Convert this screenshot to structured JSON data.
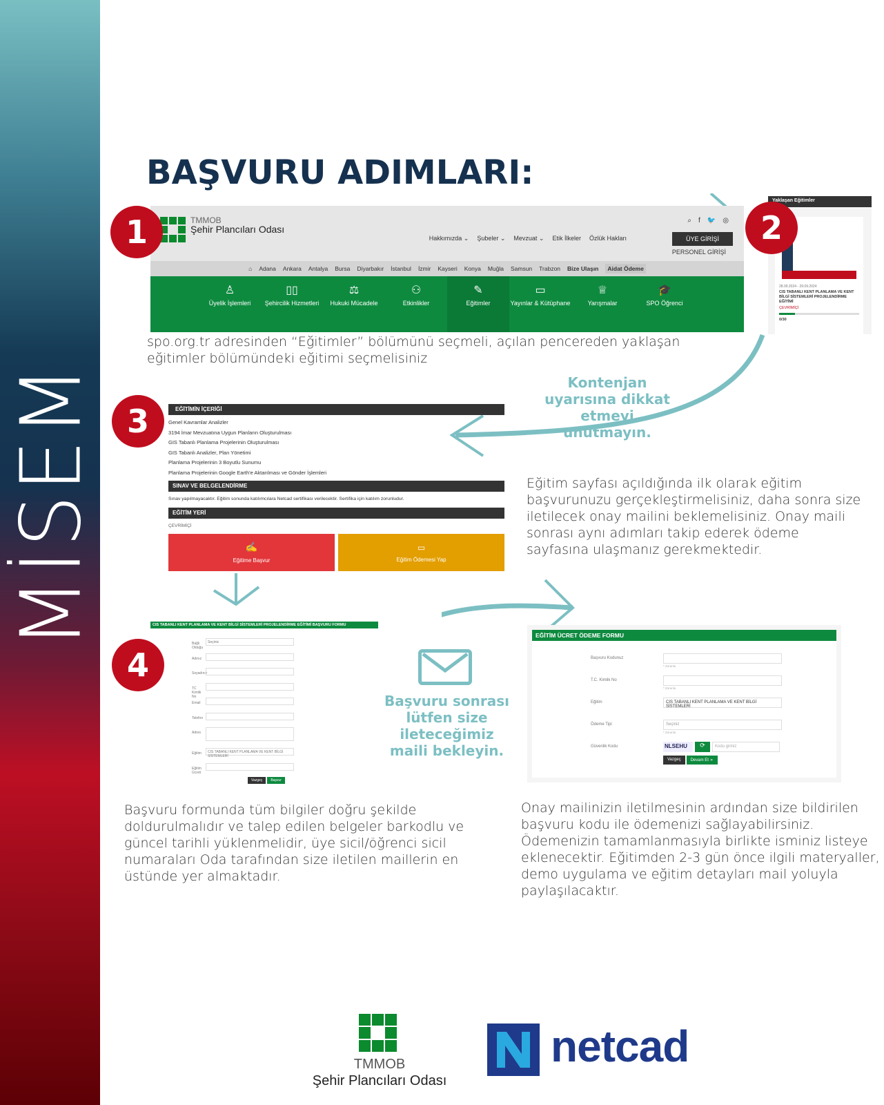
{
  "sidebar": {
    "brand": "MİSEM"
  },
  "title": "BAŞVURU ADIMLARI:",
  "steps": [
    {
      "number": "1",
      "description": "spo.org.tr adresinden “Eğitimler” bölümünü seçmeli, açılan pencereden yaklaşan eğitimler bölümündeki eğitimi seçmelisiniz"
    },
    {
      "number": "2"
    },
    {
      "number": "3",
      "description": "Eğitim sayfası açıldığında ilk olarak eğitim başvurunuzu gerçekleştirmelisiniz, daha sonra size iletilecek onay mailini beklemelisiniz. Onay maili sonrası aynı adımları takip ederek ödeme sayfasına ulaşmanız gerekmektedir."
    },
    {
      "number": "4",
      "description": "Başvuru formunda tüm bilgiler doğru şekilde doldurulmalıdır ve talep edilen belgeler barkodlu ve güncel tarihli yüklenmelidir, üye sicil/öğrenci sicil numaraları Oda tarafından size iletilen maillerin en üstünde yer almaktadır."
    }
  ],
  "payment_description": "Onay mailinizin iletilmesinin ardından size bildirilen başvuru kodu ile ödemenizi sağlayabilirsiniz. Ödemenizin tamamlanmasıyla birlikte isminiz listeye eklenecektir. Eğitimden 2-3 gün önce ilgili materyaller, demo uygulama ve eğitim detayları mail yoluyla paylaşılacaktır.",
  "notes": {
    "quota": "Kontenjan uyarısına dikkat etmeyi unutmayın.",
    "mail": "Başvuru sonrası lütfen size ileteceğimiz maili bekleyin."
  },
  "site": {
    "org_top": "TMMOB",
    "org_name": "Şehir Plancıları Odası",
    "top_nav": [
      "Hakkımızda ⌄",
      "Şubeler ⌄",
      "Mevzuat ⌄",
      "Etik İlkeler",
      "Özlük Hakları"
    ],
    "member_login": "ÜYE GİRİŞİ",
    "staff_login": "PERSONEL GİRİŞİ",
    "cities": [
      "Adana",
      "Ankara",
      "Antalya",
      "Bursa",
      "Diyarbakır",
      "İstanbul",
      "İzmir",
      "Kayseri",
      "Konya",
      "Muğla",
      "Samsun",
      "Trabzon",
      "Bize Ulaşın",
      "Aidat Ödeme"
    ],
    "main_nav": [
      {
        "label": "Üyelik İşlemleri",
        "icon": "♙"
      },
      {
        "label": "Şehircilik Hizmetleri",
        "icon": "▯▯"
      },
      {
        "label": "Hukuki Mücadele",
        "icon": "⚖"
      },
      {
        "label": "Etkinlikler",
        "icon": "⚇"
      },
      {
        "label": "Eğitimler",
        "icon": "✎"
      },
      {
        "label": "Yayınlar & Kütüphane",
        "icon": "▭"
      },
      {
        "label": "Yarışmalar",
        "icon": "♕"
      },
      {
        "label": "SPO Öğrenci",
        "icon": "🎓"
      }
    ]
  },
  "upcoming": {
    "header": "Yaklaşan Eğitimler",
    "dates": "28.09.2024 - 29.09.2024",
    "course": "CIS TABANLI KENT PLANLAMA VE KENT BİLGİ SİSTEMLERİ PROJELENDİRME EĞİTİMİ",
    "mode": "ÇEVRİMİÇİ",
    "count": "0/30",
    "fill": 0.2
  },
  "course_page": {
    "content_header": "EĞİTİMİN İÇERİĞİ",
    "content": [
      "Genel Kavramlar Analizler",
      "3194 İmar Mevzuatına Uygun Planların Oluşturulması",
      "GIS Tabanlı Planlama Projelerinin Oluşturulması",
      "GIS Tabanlı Analizler, Plan Yönetimi",
      "Planlama Projelerinin 3 Boyutlu Sunumu",
      "Planlama Projelerinin Google Earth'e Aktarılması ve Gönder İşlemleri"
    ],
    "exam_header": "SINAV VE BELGELENDİRME",
    "exam_text": "Sınav yapılmayacaktır. Eğitim sonunda katılımcılara Netcad sertifikası verilecektir. Sertifika için katılım zorunludur.",
    "place_header": "EĞİTİM YERİ",
    "place": "ÇEVRİMİÇİ",
    "apply_button": "Eğitime Başvur",
    "pay_button": "Eğitim Ödemesi Yap"
  },
  "apply_form": {
    "title": "CIS TABANLI KENT PLANLAMA VE KENT BİLGİ SİSTEMLERİ PROJELENDİRME EĞİTİMİ BAŞVURU FORMU",
    "fields": [
      {
        "label": "Bağlı Olduğu",
        "value": "Seçiniz"
      },
      {
        "label": "Adınız",
        "value": ""
      },
      {
        "label": "Soyadınız",
        "value": ""
      },
      {
        "label": "TC Kimlik No",
        "value": ""
      },
      {
        "label": "Email",
        "value": ""
      },
      {
        "label": "Telefon",
        "value": ""
      },
      {
        "label": "Adres",
        "value": ""
      },
      {
        "label": "Eğitim",
        "value": "CIS TABANLI KENT PLANLAMA VE KENT BİLGİ SİSTEMLERİ"
      },
      {
        "label": "Eğitim Ücreti",
        "value": ""
      }
    ],
    "cancel": "Vazgeç",
    "submit": "Başvur"
  },
  "payment_form": {
    "title": "EĞİTİM ÜCRET ÖDEME FORMU",
    "fields": [
      {
        "label": "Başvuru Kodunuz",
        "value": "",
        "hint": "* Zorunlu"
      },
      {
        "label": "T.C. Kimlik No",
        "value": "",
        "hint": "* Zorunlu"
      },
      {
        "label": "Eğitim",
        "value": "CIS TABANLI KENT PLANLAMA VE KENT BİLGİ SİSTEMLERİ",
        "hint": ""
      },
      {
        "label": "Ödeme Tipi",
        "value": "Seçiniz",
        "hint": "* Zorunlu"
      }
    ],
    "captcha_label": "Güvenlik Kodu",
    "captcha": "NLSEHU",
    "captcha_placeholder": "Kodu giriniz",
    "cancel": "Vazgeç",
    "submit": "Devam Et"
  },
  "footer": {
    "org_top": "TMMOB",
    "org_name": "Şehir Plancıları Odası",
    "partner": "netcad"
  },
  "colors": {
    "green": "#0e8a3f",
    "red": "#c00d1e",
    "navy": "#15314f",
    "teal": "#7cbfc3",
    "orange": "#e39e00",
    "apply_red": "#e2363a"
  }
}
